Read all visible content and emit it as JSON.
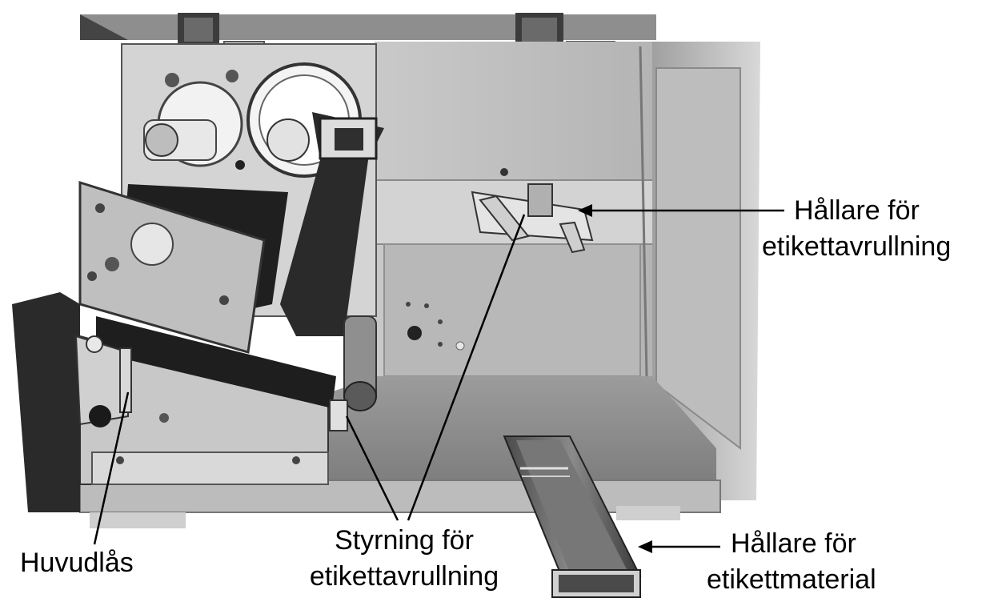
{
  "labels": {
    "label_holder_line1": "Hållare för",
    "label_holder_line2": "etikettavrullning",
    "head_lock": "Huvudlås",
    "guide_line1": "Styrning för",
    "guide_line2": "etikettavrullning",
    "media_holder_line1": "Hållare för",
    "media_holder_line2": "etikettmaterial"
  },
  "colors": {
    "background": "#ffffff",
    "line": "#000000",
    "housing_light": "#d2d2d2",
    "housing_mid": "#a8a8a8",
    "housing_dark": "#6e6e6e",
    "shadow": "#2a2a2a"
  }
}
